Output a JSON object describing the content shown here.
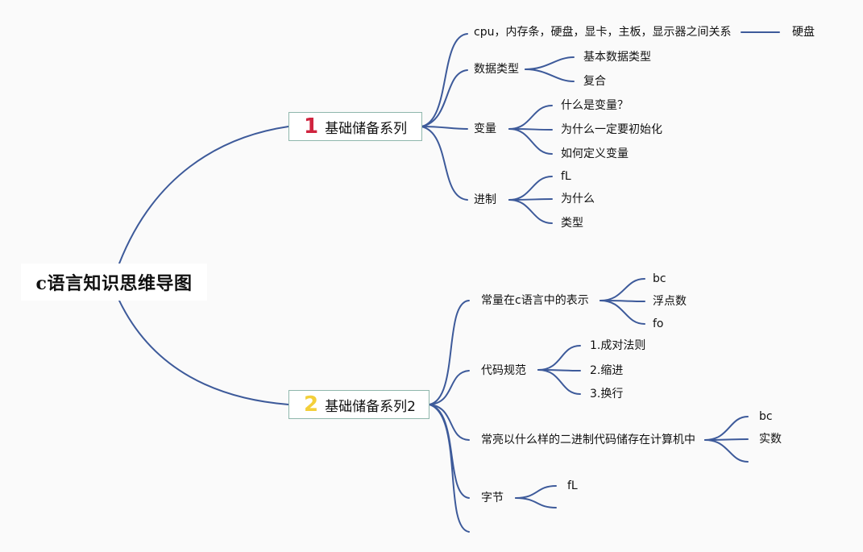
{
  "root": {
    "label": "c语言知识思维导图"
  },
  "branch1": {
    "badge": "1",
    "label": "基础储备系列",
    "topics": {
      "hardware": {
        "label": "cpu，内存条，硬盘，显卡，主板，显示器之间关系",
        "child": "硬盘"
      },
      "datatype": {
        "label": "数据类型",
        "children": [
          "基本数据类型",
          "复合"
        ]
      },
      "variable": {
        "label": "变量",
        "children": [
          "什么是变量？",
          "为什么一定要初始化",
          "如何定义变量"
        ]
      },
      "radix": {
        "label": "进制",
        "children": [
          "fL",
          "为什么",
          "类型"
        ]
      }
    }
  },
  "branch2": {
    "badge": "2",
    "label": "基础储备系列2",
    "topics": {
      "constant": {
        "label": "常量在c语言中的表示",
        "children": [
          "bc",
          "浮点数",
          "fo"
        ]
      },
      "style": {
        "label": "代码规范",
        "children": [
          "1.成对法则",
          "2.缩进",
          "3.换行"
        ]
      },
      "storage": {
        "label": "常亮以什么样的二进制代码储存在计算机中",
        "children": [
          "bc",
          "实数",
          ""
        ]
      },
      "byte": {
        "label": "字节",
        "children": [
          "fL",
          ""
        ]
      }
    }
  },
  "colors": {
    "line": "#3d5a9a",
    "box_border": "#8fb7ac",
    "badge1": "#d0243f",
    "badge2": "#f3cf3a"
  }
}
